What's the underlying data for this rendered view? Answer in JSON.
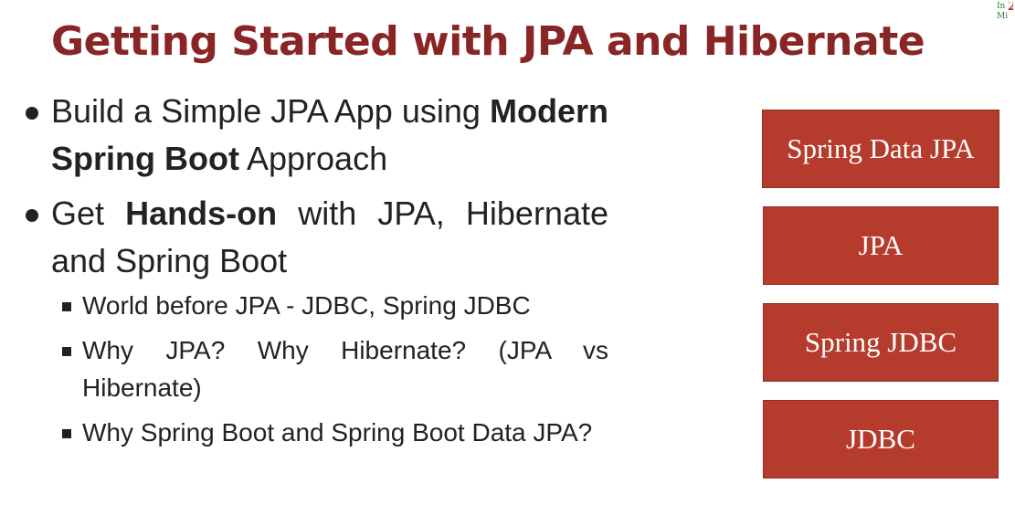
{
  "title": "Getting Started with JPA and Hibernate",
  "logo": {
    "line1": "In",
    "line2": "Mi",
    "numeral": "2"
  },
  "bullets": [
    {
      "pre": "Build a Simple JPA App using ",
      "bold": "Modern Spring Boot",
      "post": " Approach"
    },
    {
      "pre": "Get ",
      "bold": "Hands-on",
      "post": " with JPA, Hibernate and Spring Boot",
      "sub": [
        "World before JPA - JDBC, Spring JDBC",
        "Why JPA? Why Hibernate? (JPA vs Hibernate)",
        "Why Spring Boot and Spring Boot Data JPA?"
      ]
    }
  ],
  "stack": [
    "Spring Data JPA",
    "JPA",
    "Spring JDBC",
    "JDBC"
  ],
  "colors": {
    "title": "#8a2526",
    "box": "#b53c2c",
    "text": "#222222"
  }
}
